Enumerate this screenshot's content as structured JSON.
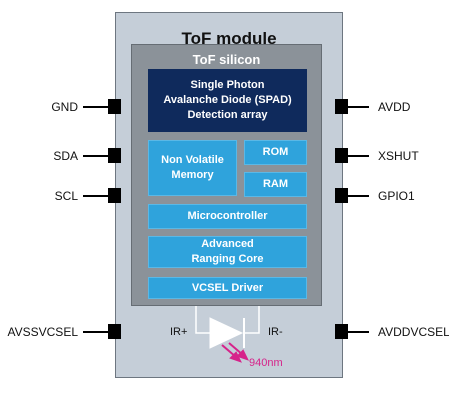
{
  "module": {
    "title": "ToF module"
  },
  "silicon": {
    "title": "ToF silicon",
    "blocks": {
      "spad": "Single Photon\nAvalanche Diode (SPAD)\nDetection array",
      "nvm": "Non Volatile\nMemory",
      "rom": "ROM",
      "ram": "RAM",
      "mcu": "Microcontroller",
      "arc": "Advanced\nRanging Core",
      "vcsel": "VCSEL Driver"
    }
  },
  "pins": {
    "left": [
      "GND",
      "SDA",
      "SCL",
      "AVSSVCSEL"
    ],
    "right": [
      "AVDD",
      "XSHUT",
      "GPIO1",
      "AVDDVCSEL"
    ]
  },
  "laser": {
    "ir_plus": "IR+",
    "ir_minus": "IR-",
    "wavelength": "940nm"
  },
  "colors": {
    "module_fill": "#c5ced8",
    "silicon_fill": "#8b9299",
    "spad_fill": "#0f2a5c",
    "block_fill": "#2fa3dc",
    "laser": "#d6238a"
  }
}
